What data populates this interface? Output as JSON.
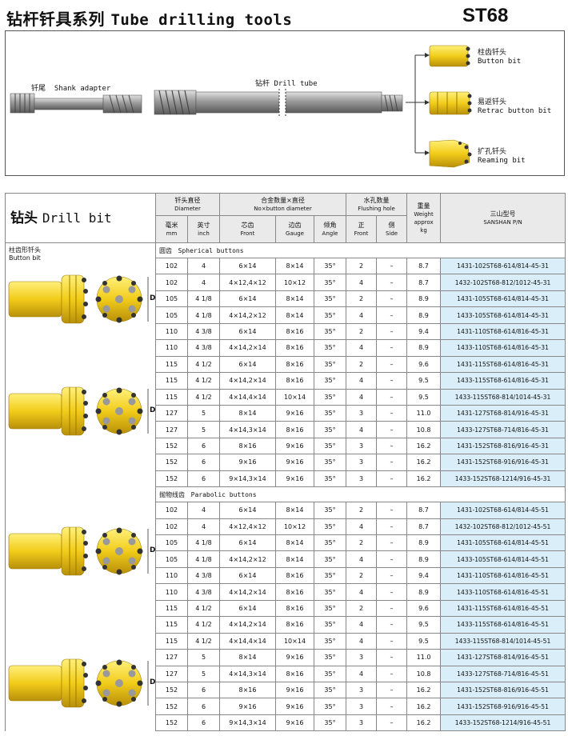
{
  "header": {
    "title_cn": "钻杆钎具系列",
    "title_en": "Tube drilling tools",
    "model": "ST68"
  },
  "diagram": {
    "shank_cn": "钎尾",
    "shank_en": "Shank adapter",
    "tube_cn": "钻杆",
    "tube_en": "Drill tube",
    "bits": [
      {
        "cn": "柱齿钎头",
        "en": "Button bit"
      },
      {
        "cn": "易返钎头",
        "en": "Retrac button bit"
      },
      {
        "cn": "扩孔钎头",
        "en": "Reaming bit"
      }
    ]
  },
  "table": {
    "title_cn": "钻头",
    "title_en": "Drill bit",
    "headers": {
      "diameter_cn": "钎头直径",
      "diameter_en": "Diameter",
      "mm_cn": "毫米",
      "mm_en": "mm",
      "inch_cn": "英寸",
      "inch_en": "inch",
      "buttons_cn": "合金数量×直径",
      "buttons_en": "No×button diameter",
      "front_cn": "芯齿",
      "front_en": "Front",
      "gauge_cn": "边齿",
      "gauge_en": "Gauge",
      "angle_cn": "倾角",
      "angle_en": "Angle",
      "flushing_cn": "水孔数量",
      "flushing_en": "Flushing hole",
      "fr_cn": "正",
      "fr_en": "Front",
      "side_cn": "侧",
      "side_en": "Side",
      "weight_cn": "重量",
      "weight_en": "Weight",
      "approx": "approx",
      "kg": "kg",
      "pn_cn": "三山型号",
      "pn_en": "SANSHAN P/N"
    },
    "left_label_cn": "柱齿形钎头",
    "left_label_en": "Button bit",
    "dim_label": "D",
    "sections": [
      {
        "label_cn": "圆齿",
        "label_en": "Spherical buttons",
        "rows": [
          [
            "102",
            "4",
            "6×14",
            "8×14",
            "35°",
            "2",
            "–",
            "8.7",
            "1431-102ST68-614/814-45-31"
          ],
          [
            "102",
            "4",
            "4×12,4×12",
            "10×12",
            "35°",
            "4",
            "–",
            "8.7",
            "1432-102ST68-812/1012-45-31"
          ],
          [
            "105",
            "4 1/8",
            "6×14",
            "8×14",
            "35°",
            "2",
            "–",
            "8.9",
            "1431-105ST68-614/814-45-31"
          ],
          [
            "105",
            "4 1/8",
            "4×14,2×12",
            "8×14",
            "35°",
            "4",
            "–",
            "8.9",
            "1433-105ST68-614/814-45-31"
          ],
          [
            "110",
            "4 3/8",
            "6×14",
            "8×16",
            "35°",
            "2",
            "–",
            "9.4",
            "1431-110ST68-614/816-45-31"
          ],
          [
            "110",
            "4 3/8",
            "4×14,2×14",
            "8×16",
            "35°",
            "4",
            "–",
            "8.9",
            "1433-110ST68-614/816-45-31"
          ],
          [
            "115",
            "4 1/2",
            "6×14",
            "8×16",
            "35°",
            "2",
            "–",
            "9.6",
            "1431-115ST68-614/816-45-31"
          ],
          [
            "115",
            "4 1/2",
            "4×14,2×14",
            "8×16",
            "35°",
            "4",
            "–",
            "9.5",
            "1433-115ST68-614/816-45-31"
          ],
          [
            "115",
            "4 1/2",
            "4×14,4×14",
            "10×14",
            "35°",
            "4",
            "–",
            "9.5",
            "1433-115ST68-814/1014-45-31"
          ],
          [
            "127",
            "5",
            "8×14",
            "9×16",
            "35°",
            "3",
            "–",
            "11.0",
            "1431-127ST68-814/916-45-31"
          ],
          [
            "127",
            "5",
            "4×14,3×14",
            "8×16",
            "35°",
            "4",
            "–",
            "10.8",
            "1433-127ST68-714/816-45-31"
          ],
          [
            "152",
            "6",
            "8×16",
            "9×16",
            "35°",
            "3",
            "–",
            "16.2",
            "1431-152ST68-816/916-45-31"
          ],
          [
            "152",
            "6",
            "9×16",
            "9×16",
            "35°",
            "3",
            "–",
            "16.2",
            "1431-152ST68-916/916-45-31"
          ],
          [
            "152",
            "6",
            "9×14,3×14",
            "9×16",
            "35°",
            "3",
            "–",
            "16.2",
            "1433-152ST68-1214/916-45-31"
          ]
        ]
      },
      {
        "label_cn": "抛物线齿",
        "label_en": "Parabolic buttons",
        "rows": [
          [
            "102",
            "4",
            "6×14",
            "8×14",
            "35°",
            "2",
            "–",
            "8.7",
            "1431-102ST68-614/814-45-51"
          ],
          [
            "102",
            "4",
            "4×12,4×12",
            "10×12",
            "35°",
            "4",
            "–",
            "8.7",
            "1432-102ST68-812/1012-45-51"
          ],
          [
            "105",
            "4 1/8",
            "6×14",
            "8×14",
            "35°",
            "2",
            "–",
            "8.9",
            "1431-105ST68-614/814-45-51"
          ],
          [
            "105",
            "4 1/8",
            "4×14,2×12",
            "8×14",
            "35°",
            "4",
            "–",
            "8.9",
            "1433-105ST68-614/814-45-51"
          ],
          [
            "110",
            "4 3/8",
            "6×14",
            "8×16",
            "35°",
            "2",
            "–",
            "9.4",
            "1431-110ST68-614/816-45-51"
          ],
          [
            "110",
            "4 3/8",
            "4×14,2×14",
            "8×16",
            "35°",
            "4",
            "–",
            "8.9",
            "1433-110ST68-614/816-45-51"
          ],
          [
            "115",
            "4 1/2",
            "6×14",
            "8×16",
            "35°",
            "2",
            "–",
            "9.6",
            "1431-115ST68-614/816-45-51"
          ],
          [
            "115",
            "4 1/2",
            "4×14,2×14",
            "8×16",
            "35°",
            "4",
            "–",
            "9.5",
            "1433-115ST68-614/816-45-51"
          ],
          [
            "115",
            "4 1/2",
            "4×14,4×14",
            "10×14",
            "35°",
            "4",
            "–",
            "9.5",
            "1433-115ST68-814/1014-45-51"
          ],
          [
            "127",
            "5",
            "8×14",
            "9×16",
            "35°",
            "3",
            "–",
            "11.0",
            "1431-127ST68-814/916-45-51"
          ],
          [
            "127",
            "5",
            "4×14,3×14",
            "8×16",
            "35°",
            "4",
            "–",
            "10.8",
            "1433-127ST68-714/816-45-51"
          ],
          [
            "152",
            "6",
            "8×16",
            "9×16",
            "35°",
            "3",
            "–",
            "16.2",
            "1431-152ST68-816/916-45-51"
          ],
          [
            "152",
            "6",
            "9×16",
            "9×16",
            "35°",
            "3",
            "–",
            "16.2",
            "1431-152ST68-916/916-45-51"
          ],
          [
            "152",
            "6",
            "9×14,3×14",
            "9×16",
            "35°",
            "3",
            "–",
            "16.2",
            "1433-152ST68-1214/916-45-51"
          ]
        ]
      }
    ]
  }
}
